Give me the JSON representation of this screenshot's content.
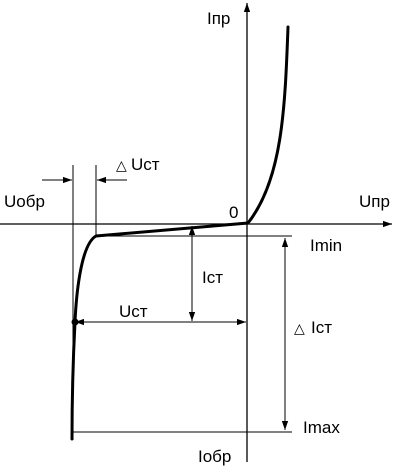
{
  "diagram": {
    "axes": {
      "current_forward": "Iпр",
      "voltage_forward": "Uпр",
      "voltage_reverse": "Uобр",
      "current_reverse": "Iобр",
      "origin": "0"
    },
    "labels": {
      "delta_symbol": "△",
      "delta_u_st": "Uст",
      "i_min": "Imin",
      "i_st": "Iст",
      "u_st": "Uст",
      "delta_i_st": "Iст",
      "i_max": "Imax"
    },
    "colors": {
      "line": "#000000",
      "background": "#ffffff"
    }
  }
}
